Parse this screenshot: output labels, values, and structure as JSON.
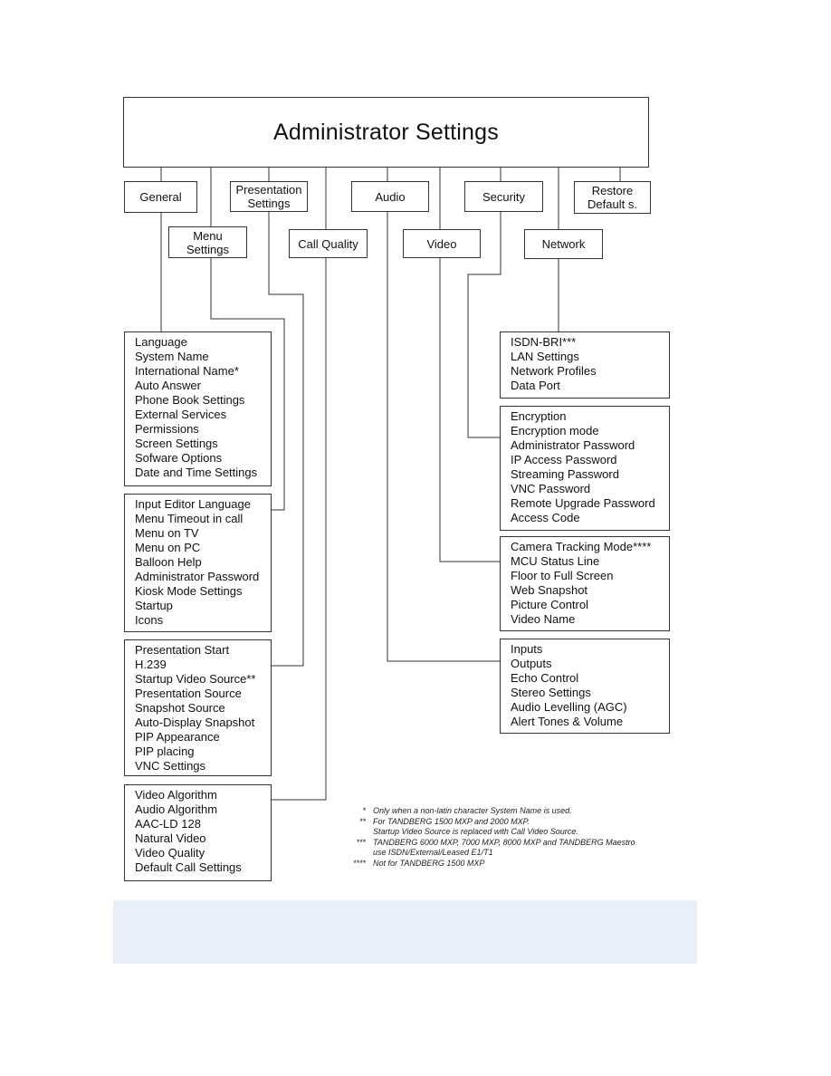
{
  "title": "Administrator Settings",
  "categories": {
    "general": "General",
    "menu_settings": "Menu\nSettings",
    "presentation_settings": "Presentation\nSettings",
    "call_quality": "Call Quality",
    "audio": "Audio",
    "video": "Video",
    "security": "Security",
    "network": "Network",
    "restore_defaults": "Restore\nDefault s."
  },
  "lists": {
    "general": [
      "Language",
      "System Name",
      "International Name*",
      "Auto Answer",
      "Phone Book Settings",
      "External Services",
      "Permissions",
      "Screen Settings",
      "Sofware Options",
      "Date and Time Settings"
    ],
    "menu_settings": [
      "Input Editor Language",
      "Menu Timeout in call",
      "Menu on TV",
      "Menu on PC",
      "Balloon Help",
      "Administrator Password",
      "Kiosk Mode Settings",
      "Startup",
      "Icons"
    ],
    "presentation_settings": [
      "Presentation Start",
      "H.239",
      "Startup Video Source**",
      "Presentation Source",
      "Snapshot Source",
      "Auto-Display Snapshot",
      "PIP Appearance",
      "PIP placing",
      "VNC Settings"
    ],
    "call_quality": [
      "Video Algorithm",
      "Audio Algorithm",
      "AAC-LD 128",
      "Natural Video",
      "Video Quality",
      "Default Call Settings"
    ],
    "network": [
      "ISDN-BRI***",
      "LAN Settings",
      "Network Profiles",
      "Data Port"
    ],
    "security": [
      "Encryption",
      "Encryption mode",
      "Administrator Password",
      "IP Access Password",
      "Streaming Password",
      "VNC Password",
      "Remote Upgrade Password",
      "Access Code"
    ],
    "video": [
      "Camera Tracking Mode****",
      "MCU Status Line",
      "Floor to Full Screen",
      "Web Snapshot",
      "Picture Control",
      "Video Name"
    ],
    "audio": [
      "Inputs",
      "Outputs",
      "Echo Control",
      "Stereo Settings",
      "Audio Levelling (AGC)",
      "Alert Tones & Volume"
    ]
  },
  "footnotes": [
    {
      "marker": "*",
      "text": "Only when a non-latin character System Name is used."
    },
    {
      "marker": "**",
      "text": "For TANDBERG 1500 MXP and 2000 MXP.\nStartup Video Source is replaced with Call Video Source."
    },
    {
      "marker": "***",
      "text": "TANDBERG 6000 MXP, 7000 MXP, 8000 MXP and TANDBERG Maestro\nuse ISDN/External/Leased E1/T1"
    },
    {
      "marker": "****",
      "text": "Not for TANDBERG 1500 MXP"
    }
  ]
}
